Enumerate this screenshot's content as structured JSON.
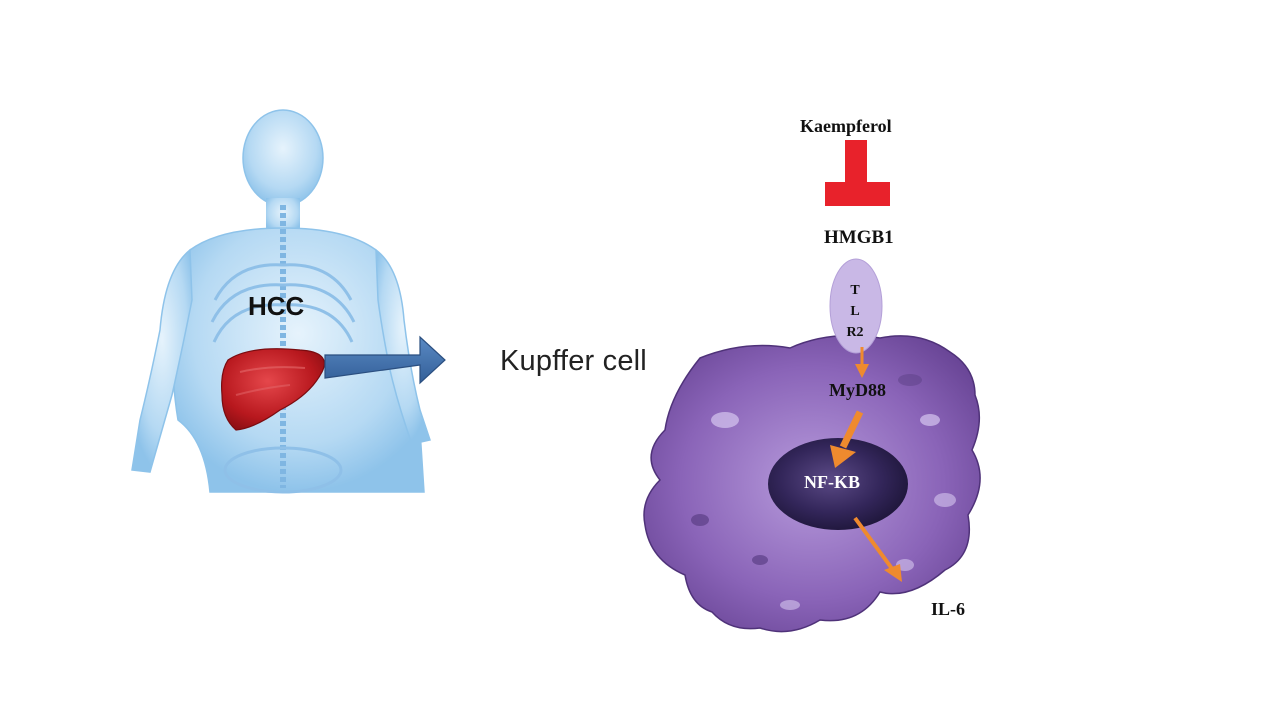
{
  "human_figure": {
    "label": "HCC"
  },
  "kupffer": {
    "label": "Kupffer cell"
  },
  "pathway": {
    "inhibitor": "Kaempferol",
    "ligand": "HMGB1",
    "receptor_letters": [
      "T",
      "L",
      "R2"
    ],
    "adaptor": "MyD88",
    "transcription_factor": "NF-KB",
    "output": "IL-6"
  },
  "colors": {
    "inhibit_bar": "#e8222b",
    "arrow_big": "#3f6fa8",
    "arrow_signal": "#ef8a2e",
    "cell": "#8a64b8",
    "nucleus": "#2e2150",
    "receptor": "#c9b8e6",
    "body": "#9ccbee",
    "liver": "#c8262a"
  }
}
